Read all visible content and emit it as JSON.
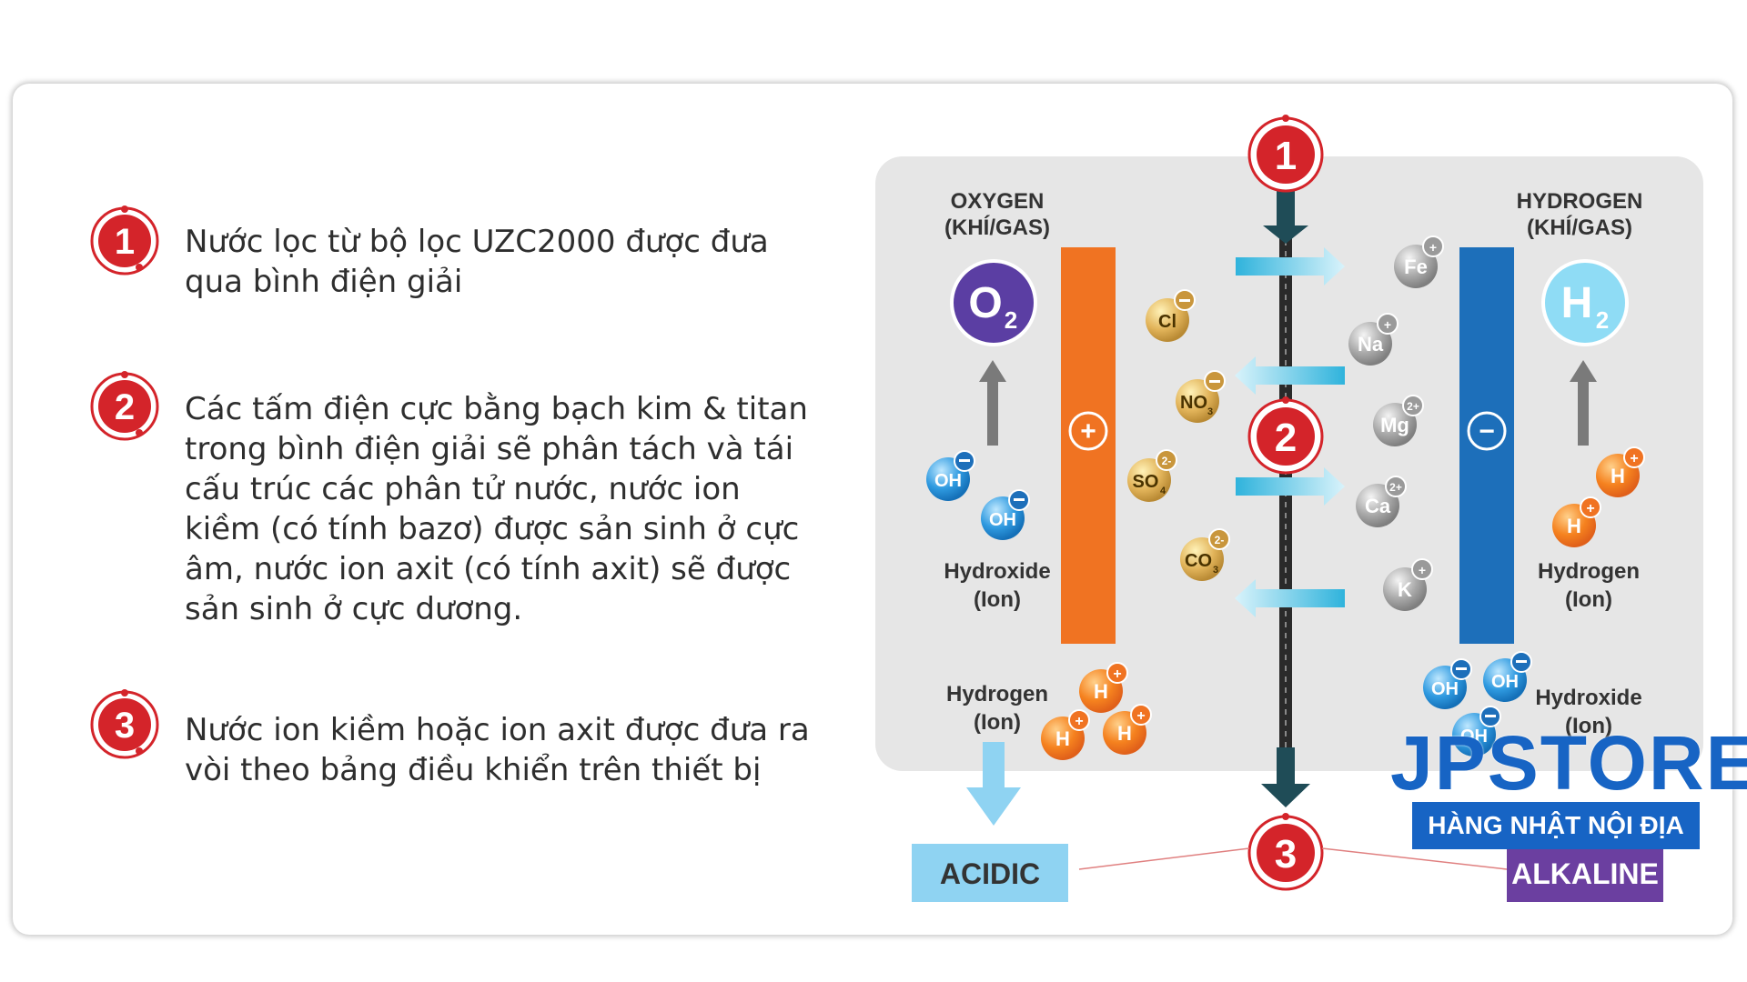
{
  "steps": [
    {
      "number": "1",
      "text": "Nước lọc từ bộ lọc UZC2000 được đưa\nqua bình điện giải"
    },
    {
      "number": "2",
      "text": "Các tấm điện cực bằng bạch kim & titan\ntrong bình điện giải sẽ phân tách và tái\ncấu trúc các phân tử nước, nước ion\nkiềm (có tính bazơ) được sản sinh ở cực\nâm, nước ion axit (có tính axit) sẽ được\nsản sinh ở cực dương."
    },
    {
      "number": "3",
      "text": "Nước ion kiềm hoặc ion axit được đưa ra\nvòi theo bảng điều khiển trên thiết bị"
    }
  ],
  "diagram": {
    "left_gas_title": "OXYGEN",
    "left_gas_subtitle": "(KHÍ/GAS)",
    "right_gas_title": "HYDROGEN",
    "right_gas_subtitle": "(KHÍ/GAS)",
    "oxygen_symbol": "O",
    "oxygen_sub": "2",
    "hydrogen_symbol": "H",
    "hydrogen_sub": "2",
    "plus_sign": "+",
    "minus_sign": "−",
    "oh_label": "OH",
    "h_label": "H",
    "left_hydroxide_line1": "Hydroxide",
    "left_hydroxide_line2": "(Ion)",
    "left_hydrogen_line1": "Hydrogen",
    "left_hydrogen_line2": "(Ion)",
    "right_hydrogen_line1": "Hydrogen",
    "right_hydrogen_line2": "(Ion)",
    "right_hydroxide_line1": "Hydroxide",
    "right_hydroxide_line2": "(Ion)",
    "anions": [
      {
        "base": "Cl",
        "sub": "",
        "charge": "−"
      },
      {
        "base": "NO",
        "sub": "3",
        "charge": "−"
      },
      {
        "base": "SO",
        "sub": "4",
        "charge": "2-"
      },
      {
        "base": "CO",
        "sub": "3",
        "charge": "2-"
      }
    ],
    "cations": [
      {
        "base": "Fe",
        "charge": "+"
      },
      {
        "base": "Na",
        "charge": "+"
      },
      {
        "base": "Mg",
        "charge": "2+"
      },
      {
        "base": "Ca",
        "charge": "2+"
      },
      {
        "base": "K",
        "charge": "+"
      }
    ],
    "acidic_label": "ACIDIC",
    "alkaline_label": "ALKALINE",
    "markers": [
      "1",
      "2",
      "3"
    ]
  },
  "watermark": {
    "brand": "JPSTORE",
    "tagline": "HÀNG NHẬT NỘI ĐỊA"
  },
  "colors": {
    "badge_red": "#d4242a",
    "anode_orange": "#f07322",
    "cathode_blue": "#1d6fba",
    "oxygen_purple": "#5b3ea3",
    "hydrogen_cyan": "#8fdcf5",
    "acidic_bg": "#8fd3f2",
    "alkaline_bg": "#6b3fa0",
    "watermark_blue": "#1764c4"
  }
}
